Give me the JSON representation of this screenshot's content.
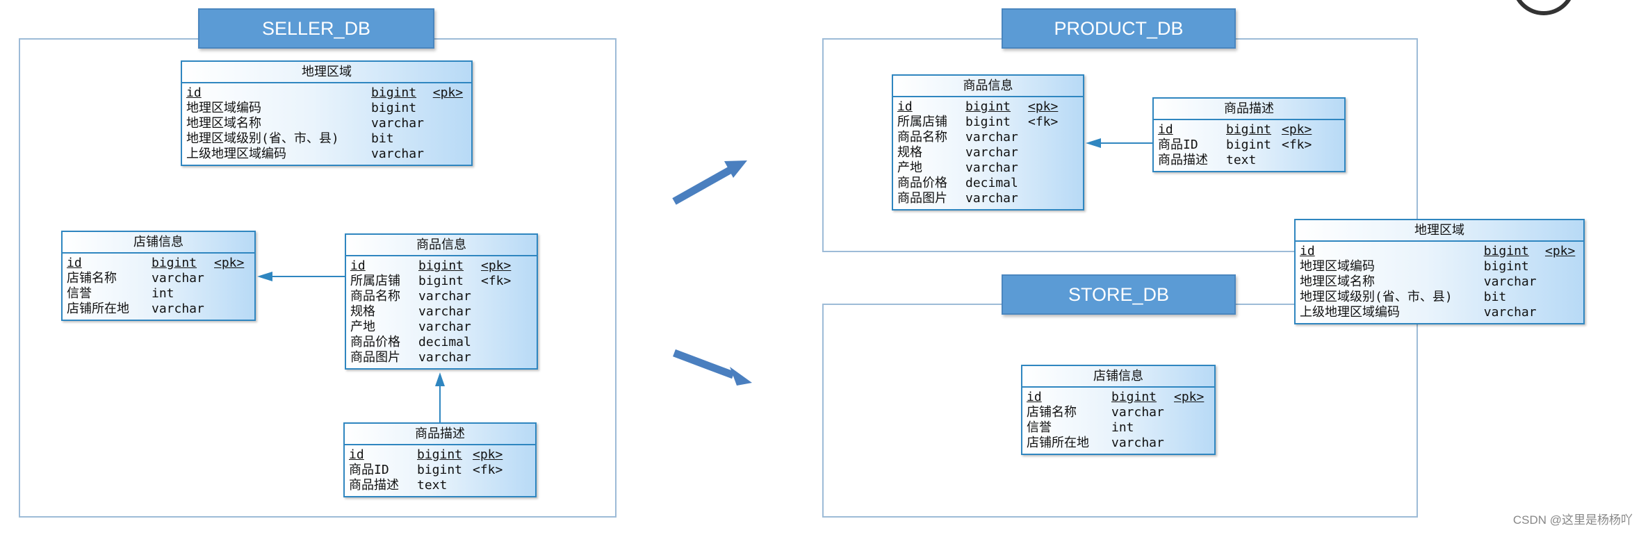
{
  "databases": {
    "seller": "SELLER_DB",
    "product": "PRODUCT_DB",
    "store": "STORE_DB"
  },
  "entities": {
    "seller_region": {
      "title": "地理区域",
      "rows": [
        {
          "name": "id",
          "type": "bigint",
          "key": "<pk>"
        },
        {
          "name": "地理区域编码",
          "type": "bigint",
          "key": ""
        },
        {
          "name": "地理区域名称",
          "type": "varchar",
          "key": ""
        },
        {
          "name": "地理区域级别(省、市、县)",
          "type": "bit",
          "key": ""
        },
        {
          "name": "上级地理区域编码",
          "type": "varchar",
          "key": ""
        }
      ]
    },
    "seller_store": {
      "title": "店铺信息",
      "rows": [
        {
          "name": "id",
          "type": "bigint",
          "key": "<pk>"
        },
        {
          "name": "店铺名称",
          "type": "varchar",
          "key": ""
        },
        {
          "name": "信誉",
          "type": "int",
          "key": ""
        },
        {
          "name": "店铺所在地",
          "type": "varchar",
          "key": ""
        }
      ]
    },
    "seller_product": {
      "title": "商品信息",
      "rows": [
        {
          "name": "id",
          "type": "bigint",
          "key": "<pk>"
        },
        {
          "name": "所属店铺",
          "type": "bigint",
          "key": "<fk>"
        },
        {
          "name": "商品名称",
          "type": "varchar",
          "key": ""
        },
        {
          "name": "规格",
          "type": "varchar",
          "key": ""
        },
        {
          "name": "产地",
          "type": "varchar",
          "key": ""
        },
        {
          "name": "商品价格",
          "type": "decimal",
          "key": ""
        },
        {
          "name": "商品图片",
          "type": "varchar",
          "key": ""
        }
      ]
    },
    "seller_desc": {
      "title": "商品描述",
      "rows": [
        {
          "name": "id",
          "type": "bigint",
          "key": "<pk>"
        },
        {
          "name": "商品ID",
          "type": "bigint",
          "key": "<fk>"
        },
        {
          "name": "商品描述",
          "type": "text",
          "key": ""
        }
      ]
    },
    "product_product": {
      "title": "商品信息",
      "rows": [
        {
          "name": "id",
          "type": "bigint",
          "key": "<pk>"
        },
        {
          "name": "所属店铺",
          "type": "bigint",
          "key": "<fk>"
        },
        {
          "name": "商品名称",
          "type": "varchar",
          "key": ""
        },
        {
          "name": "规格",
          "type": "varchar",
          "key": ""
        },
        {
          "name": "产地",
          "type": "varchar",
          "key": ""
        },
        {
          "name": "商品价格",
          "type": "decimal",
          "key": ""
        },
        {
          "name": "商品图片",
          "type": "varchar",
          "key": ""
        }
      ]
    },
    "product_desc": {
      "title": "商品描述",
      "rows": [
        {
          "name": "id",
          "type": "bigint",
          "key": "<pk>"
        },
        {
          "name": "商品ID",
          "type": "bigint",
          "key": "<fk>"
        },
        {
          "name": "商品描述",
          "type": "text",
          "key": ""
        }
      ]
    },
    "shared_region": {
      "title": "地理区域",
      "rows": [
        {
          "name": "id",
          "type": "bigint",
          "key": "<pk>"
        },
        {
          "name": "地理区域编码",
          "type": "bigint",
          "key": ""
        },
        {
          "name": "地理区域名称",
          "type": "varchar",
          "key": ""
        },
        {
          "name": "地理区域级别(省、市、县)",
          "type": "bit",
          "key": ""
        },
        {
          "name": "上级地理区域编码",
          "type": "varchar",
          "key": ""
        }
      ]
    },
    "store_store": {
      "title": "店铺信息",
      "rows": [
        {
          "name": "id",
          "type": "bigint",
          "key": "<pk>"
        },
        {
          "name": "店铺名称",
          "type": "varchar",
          "key": ""
        },
        {
          "name": "信誉",
          "type": "int",
          "key": ""
        },
        {
          "name": "店铺所在地",
          "type": "varchar",
          "key": ""
        }
      ]
    }
  },
  "watermark": "CSDN @这里是杨杨吖",
  "colors": {
    "header_fill": "#5b9bd5",
    "entity_border": "#2f86c0",
    "connector": "#2f86c0",
    "big_arrow": "#4a7fbf"
  }
}
